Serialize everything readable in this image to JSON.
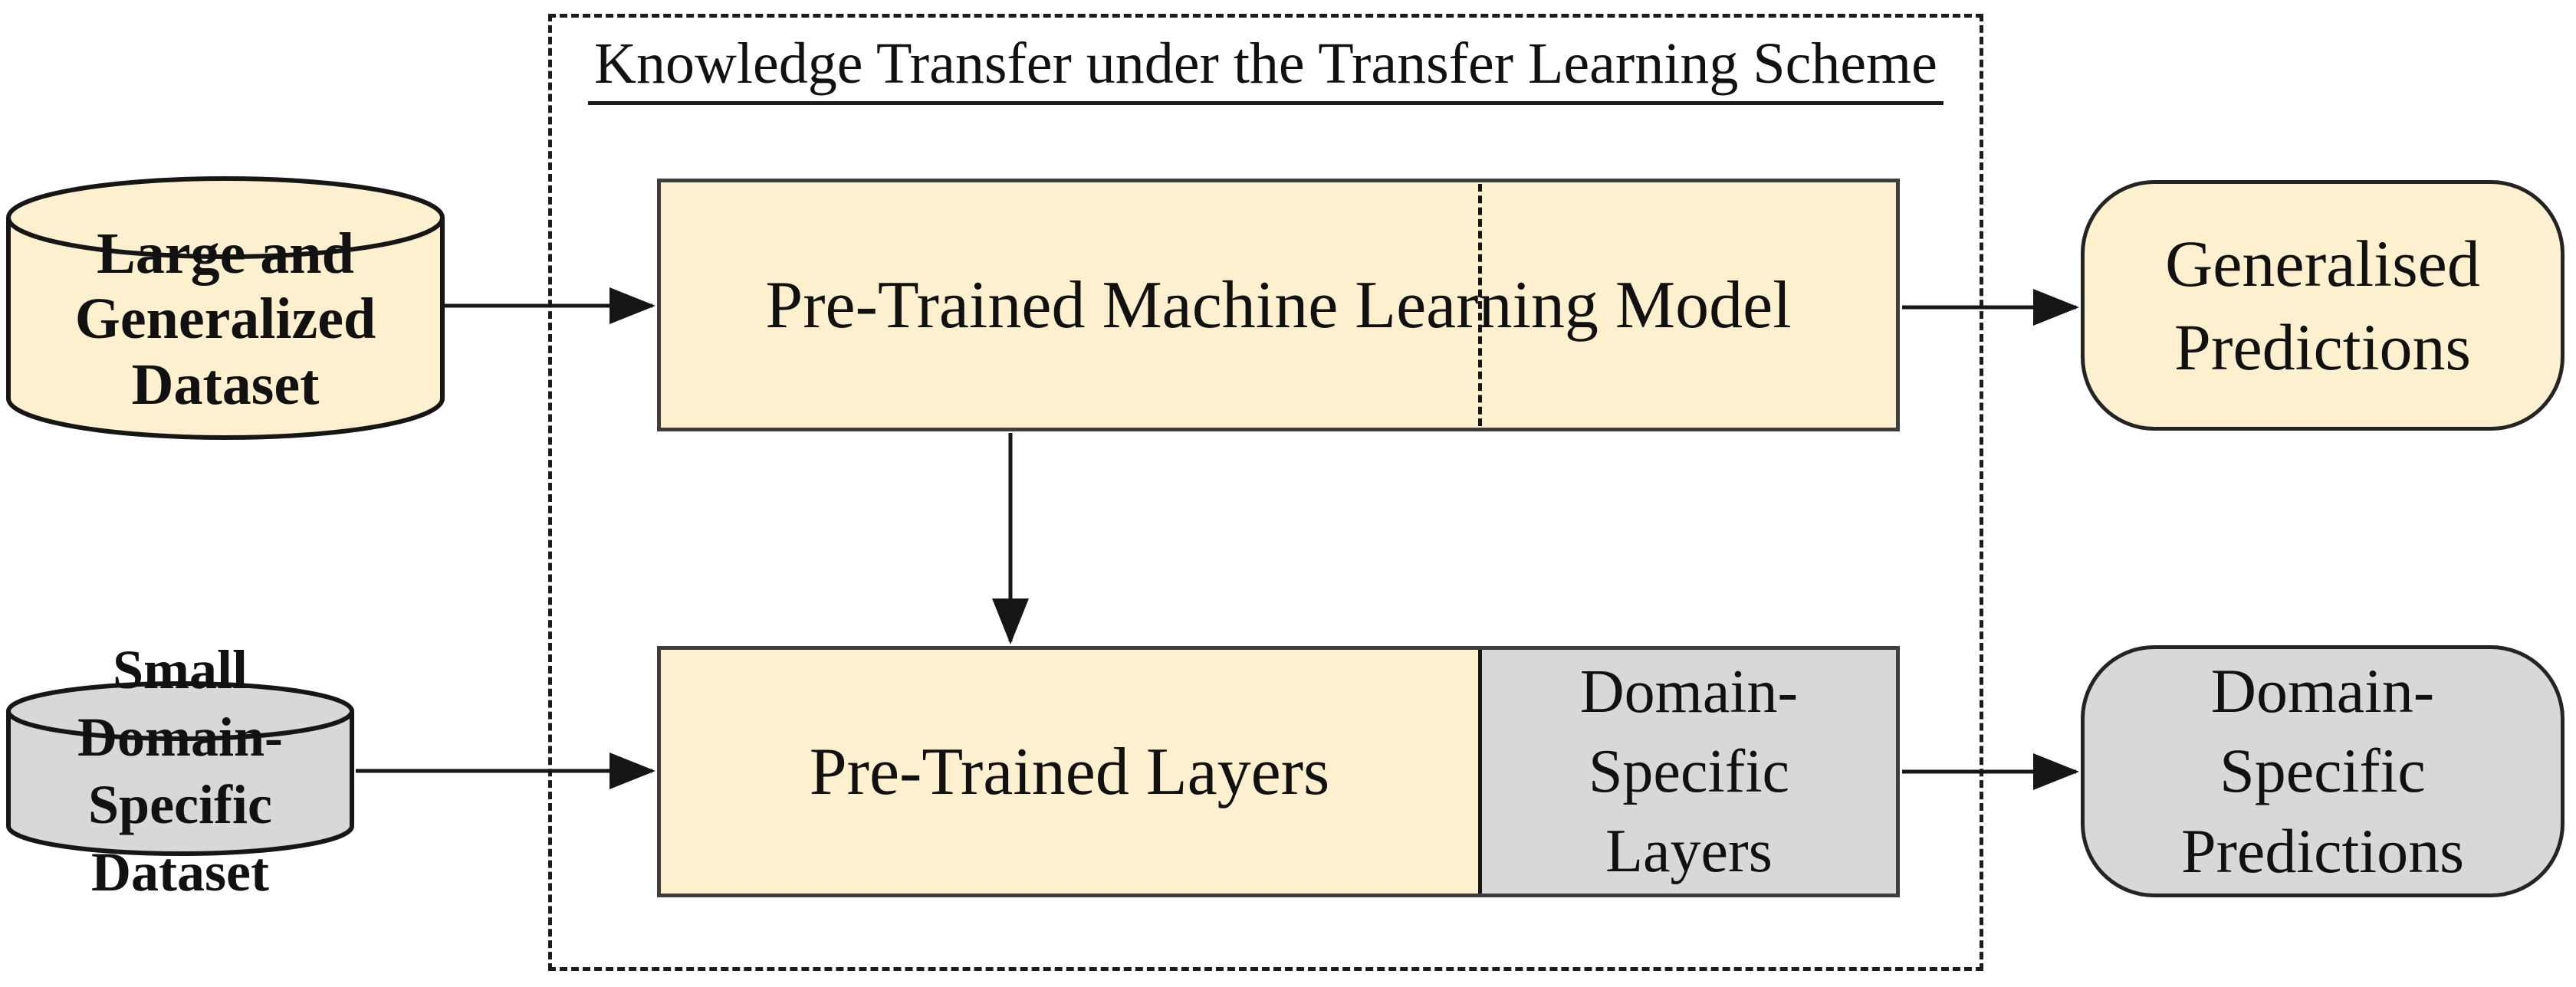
{
  "title": {
    "text": "Knowledge Transfer under the Transfer Learning Scheme"
  },
  "nodes": {
    "large_generalized_dataset": {
      "type": "database-cylinder",
      "lines": [
        "Large and",
        "Generalized",
        "Dataset"
      ],
      "fill": "#FCF0CE"
    },
    "small_domain_specific_dataset": {
      "type": "database-cylinder",
      "lines": [
        "Small Domain-",
        "Specific Dataset"
      ],
      "fill": "#D8D8D8"
    },
    "pre_trained_model": {
      "type": "process-box",
      "label": "Pre-Trained Machine Learning Model",
      "fill": "#FCF0CE"
    },
    "pre_trained_layers": {
      "type": "process-box-segment",
      "label": "Pre-Trained Layers",
      "fill": "#FCF0CE"
    },
    "domain_specific_layers": {
      "type": "process-box-segment",
      "lines": [
        "Domain-",
        "Specific",
        "Layers"
      ],
      "fill": "#D8D8D8"
    },
    "generalised_predictions": {
      "type": "rounded-terminal",
      "lines": [
        "Generalised",
        "Predictions"
      ],
      "fill": "#FCF0CE"
    },
    "domain_specific_predictions": {
      "type": "rounded-terminal",
      "lines": [
        "Domain-",
        "Specific",
        "Predictions"
      ],
      "fill": "#D8D8D8"
    }
  },
  "edges": [
    {
      "from": "large_generalized_dataset",
      "to": "pre_trained_model"
    },
    {
      "from": "pre_trained_model",
      "to": "generalised_predictions"
    },
    {
      "from": "pre_trained_model",
      "to": "pre_trained_layers"
    },
    {
      "from": "small_domain_specific_dataset",
      "to": "pre_trained_layers"
    },
    {
      "from": "domain_specific_layers",
      "to": "domain_specific_predictions"
    }
  ],
  "colors": {
    "cream_fill": "#FCF0CE",
    "gray_fill": "#D8D8D8",
    "line_color": "#161616",
    "box_border": "#3e3e3e",
    "background": "#FFFFFF"
  }
}
